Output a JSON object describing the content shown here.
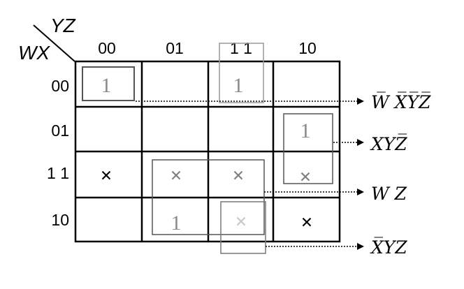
{
  "kmap": {
    "row_var": "WX",
    "col_var": "YZ",
    "col_labels": [
      "00",
      "01",
      "1 1",
      "10"
    ],
    "row_labels": [
      "00",
      "01",
      "1 1",
      "10"
    ],
    "cells": [
      [
        "1",
        "",
        "1",
        ""
      ],
      [
        "",
        "",
        "",
        "1"
      ],
      [
        "×",
        "×",
        "×",
        "×"
      ],
      [
        "",
        "1",
        "×",
        "×"
      ]
    ],
    "cell_tone": [
      [
        "gray",
        "",
        "gray",
        ""
      ],
      [
        "",
        "",
        "",
        "gray"
      ],
      [
        "black",
        "gray",
        "gray",
        "gray"
      ],
      [
        "",
        "gray",
        "lightgray",
        "black"
      ]
    ],
    "terms": [
      {
        "text": "W̅ X̅Y̅Z̅"
      },
      {
        "text": "XYZ̅"
      },
      {
        "text": "W Z"
      },
      {
        "text": "X̅YZ"
      }
    ]
  }
}
